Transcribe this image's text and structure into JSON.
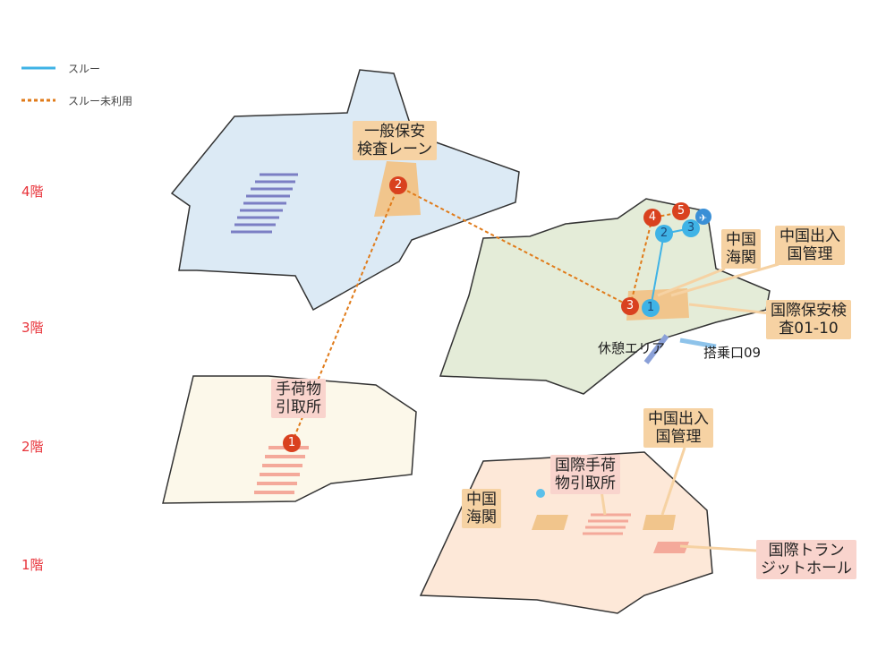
{
  "legend": {
    "through": "スルー",
    "not_used": "スルー未利用"
  },
  "floors": {
    "f4": "4階",
    "f3": "3階",
    "f2": "2階",
    "f1": "1階"
  },
  "labels": {
    "security_general": "一般保安\n検査レーン",
    "china_customs_3f": "中国\n海関",
    "china_immigration_3f": "中国出入\n国管理",
    "intl_security": "国際保安検\n査01-10",
    "rest_area": "休憩エリア",
    "gate": "搭乗口09",
    "baggage_claim": "手荷物\n引取所",
    "china_immigration_1f": "中国出入\n国管理",
    "intl_baggage": "国際手荷\n物引取所",
    "china_customs_1f": "中国\n海関",
    "intl_transit": "国際トラン\nジットホール"
  },
  "pins": {
    "r1": "1",
    "r2": "2",
    "r3": "3",
    "r4": "4",
    "r5": "5",
    "b1": "1",
    "b2": "2",
    "b3": "3"
  },
  "colors": {
    "through": "#3fb3e6",
    "not_used": "#e07b1a",
    "floor_label": "#e8333a",
    "pin_red": "#d9411f"
  }
}
